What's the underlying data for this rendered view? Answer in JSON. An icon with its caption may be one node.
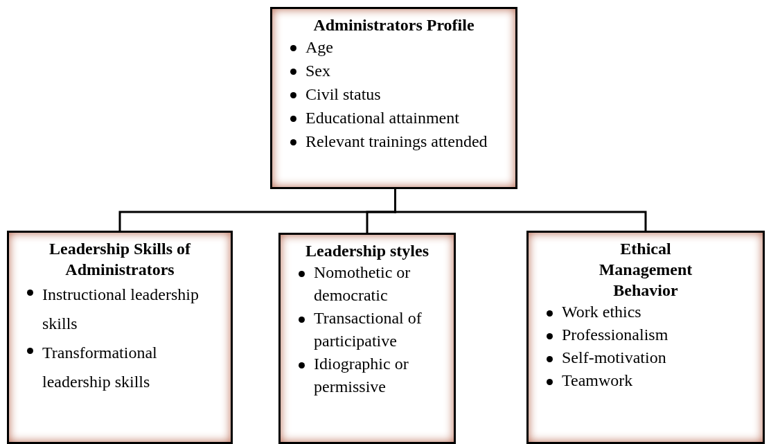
{
  "diagram": {
    "nodes": [
      {
        "text": [
          "Administrators Profile",
          "Age",
          "Sex",
          "Civil status",
          "Educational attainment",
          "Relevant trainings attended"
        ]
      },
      {
        "text": [
          "Leadership Skills of Administrators",
          "Instructional leadership skills",
          "Transformational leadership skills"
        ]
      },
      {
        "text": [
          "Leadership styles",
          "Nomothetic or democratic",
          "Transactional of participative",
          "Idiographic or permissive"
        ]
      },
      {
        "text": [
          "Ethical Management Behavior",
          "Work ethics",
          "Professionalism",
          "Self-motivation",
          "Teamwork"
        ]
      }
    ],
    "edges": [
      {
        "from": 0,
        "to": 1,
        "arrow": "none"
      },
      {
        "from": 0,
        "to": 2,
        "arrow": "none"
      },
      {
        "from": 0,
        "to": 3,
        "arrow": "none"
      }
    ]
  }
}
